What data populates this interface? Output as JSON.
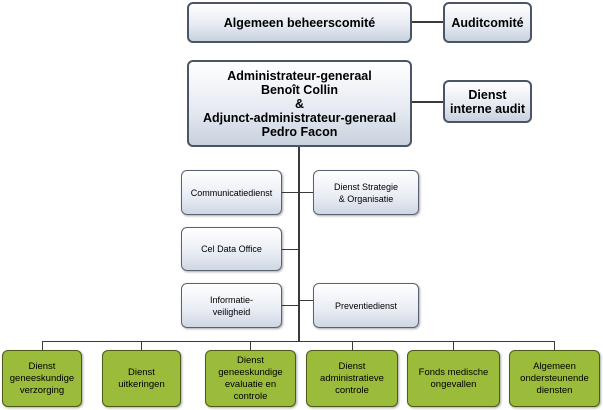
{
  "org_chart": {
    "board": "Algemeen beheerscomité",
    "audit_committee": "Auditcomité",
    "management": "Administrateur-generaal\nBenoît Collin\n&\nAdjunct-administrateur-generaal\nPedro Facon",
    "internal_audit": "Dienst\ninterne audit",
    "staff_units": {
      "communication": "Communicatiedienst",
      "strategy": "Dienst Strategie\n& Organisatie",
      "data_office": "Cel Data Office",
      "information_security": "Informatie-\nveiligheid",
      "prevention": "Preventiedienst"
    },
    "departments": [
      "Dienst\ngeneeskundige\nverzorging",
      "Dienst\nuitkeringen",
      "Dienst\ngeneeskundige\nevaluatie en\ncontrole",
      "Dienst\nadministratieve\ncontrole",
      "Fonds medische\nongevallen",
      "Algemeen\nondersteunende\ndiensten"
    ]
  },
  "colors": {
    "top_border": "#4a5566",
    "staff_border": "#596272",
    "department_fill": "#9bbb3b",
    "connector": "#3a3a3a"
  }
}
